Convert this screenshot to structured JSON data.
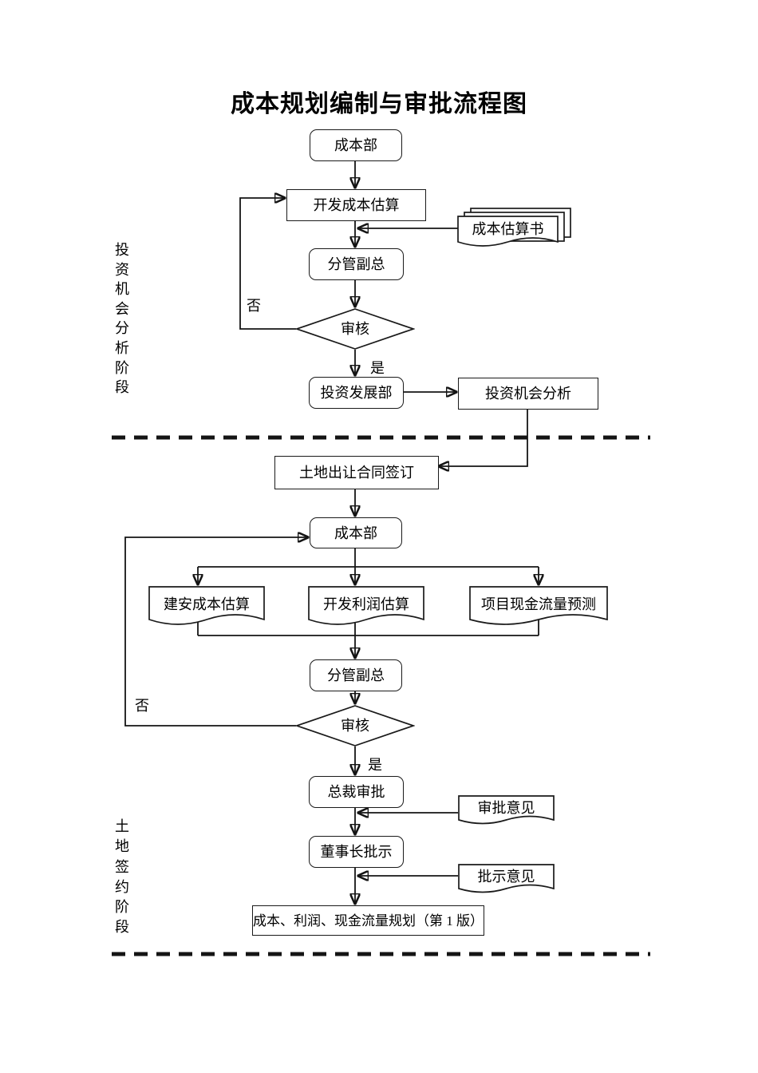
{
  "title": "成本规划编制与审批流程图",
  "stages": {
    "stage1": "投资机会分析阶段",
    "stage2": "土地签约阶段"
  },
  "labels": {
    "no": "否",
    "yes": "是"
  },
  "nodes": {
    "cost_dept_1": "成本部",
    "dev_cost_estimate": "开发成本估算",
    "cost_estimate_doc": "成本估算书",
    "vp_1": "分管副总",
    "review_1": "审核",
    "invest_dev_dept": "投资发展部",
    "invest_opportunity": "投资机会分析",
    "land_contract": "土地出让合同签订",
    "cost_dept_2": "成本部",
    "construction_cost": "建安成本估算",
    "dev_profit": "开发利润估算",
    "cash_flow_forecast": "项目现金流量预测",
    "vp_2": "分管副总",
    "review_2": "审核",
    "president_approval": "总裁审批",
    "approval_opinion": "审批意见",
    "chairman_instruction": "董事长批示",
    "instruction_opinion": "批示意见",
    "final_plan": "成本、利润、现金流量规划（第 1 版）"
  }
}
